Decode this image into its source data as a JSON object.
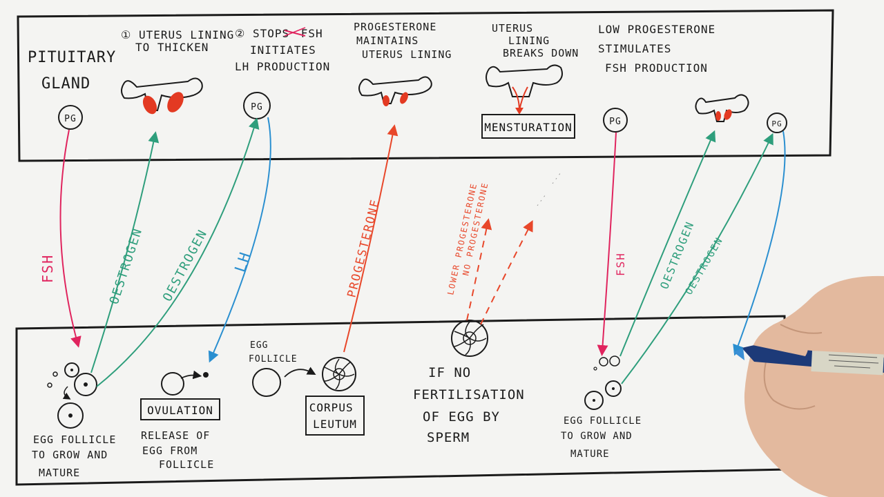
{
  "top_panel": {
    "pituitary": [
      "PITUITARY",
      "GLAND"
    ],
    "stage1": [
      "① UTERUS LINING",
      "TO THICKEN"
    ],
    "stage2_head": "② STOPS",
    "stage2_struck": "FSH",
    "stage2": [
      "INITIATES",
      "LH PRODUCTION"
    ],
    "stage3": [
      "PROGESTERONE",
      "MAINTAINS",
      "UTERUS LINING"
    ],
    "stage4": [
      "UTERUS",
      "LINING",
      "BREAKS DOWN"
    ],
    "menstruation": "MENSTURATION",
    "stage5": [
      "LOW PROGESTERONE",
      "STIMULATES",
      "FSH PRODUCTION"
    ],
    "pg_label": "PG"
  },
  "hormones": {
    "fsh": "FSH",
    "oestrogen": "OESTROGEN",
    "lh": "LH",
    "progesterone": "PROGESTERONE",
    "lower_progesterone": "LOWER PROGESTERONE",
    "no_progesterone": "NO PROGESTERONE"
  },
  "bottom_panel": {
    "follicle_grow": [
      "EGG FOLLICLE",
      "TO GROW AND",
      "MATURE"
    ],
    "ovulation": "OVULATION",
    "release": [
      "RELEASE OF",
      "EGG FROM",
      "FOLLICLE"
    ],
    "egg_follicle": [
      "EGG",
      "FOLLICLE"
    ],
    "corpus_luteum": [
      "CORPUS",
      "LEUTUM"
    ],
    "no_fertilisation": [
      "IF NO",
      "FERTILISATION",
      "OF EGG BY",
      "SPERM"
    ],
    "follicle_grow2": [
      "EGG FOLLICLE",
      "TO GROW AND",
      "MATURE"
    ]
  },
  "colors": {
    "fsh": "#e0245e",
    "oestrogen": "#2e9e7c",
    "lh": "#2a8fd0",
    "progesterone": "#e8472a",
    "ink": "#1a1a1a"
  },
  "icons": [
    "pituitary-gland-icon",
    "uterus-icon",
    "follicle-icon",
    "corpus-luteum-icon",
    "hand-with-pen"
  ]
}
